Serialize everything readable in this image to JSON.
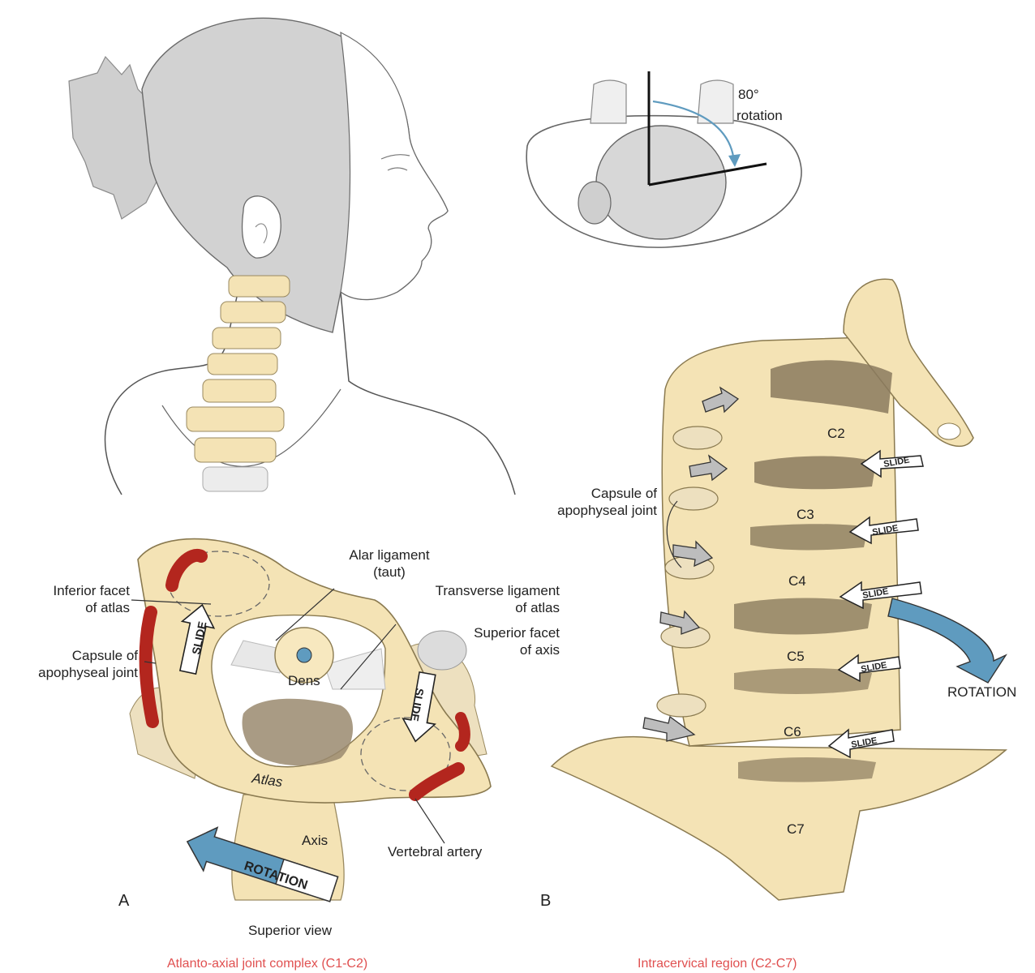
{
  "colors": {
    "bone": "#f4e3b5",
    "bone_dark": "#b8a980",
    "cavity": "#8a7a5e",
    "capsule_red": "#b3261e",
    "rotation_blue": "#5f9bbf",
    "caption_red": "#e05050",
    "figure_gray": "#cfcfcf"
  },
  "top_view": {
    "angle_label": "80°",
    "rotation_label": "rotation"
  },
  "panel_a": {
    "letter": "A",
    "labels": {
      "inferior_facet": "Inferior facet\nof atlas",
      "capsule": "Capsule of\napophyseal joint",
      "alar_ligament": "Alar ligament\n(taut)",
      "transverse_ligament": "Transverse ligament\nof atlas",
      "superior_facet": "Superior facet\nof axis",
      "dens": "Dens",
      "atlas": "Atlas",
      "axis": "Axis",
      "vertebral_artery": "Vertebral artery",
      "slide_1": "SLIDE",
      "slide_2": "SLIDE",
      "rotation": "ROTATION",
      "view": "Superior view"
    },
    "caption": "Atlanto-axial joint complex (C1-C2)"
  },
  "panel_b": {
    "letter": "B",
    "labels": {
      "capsule": "Capsule of\napophyseal joint",
      "rotation": "ROTATION",
      "slide": "SLIDE"
    },
    "vertebrae": [
      "C2",
      "C3",
      "C4",
      "C5",
      "C6",
      "C7"
    ],
    "caption": "Intracervical region (C2-C7)"
  }
}
